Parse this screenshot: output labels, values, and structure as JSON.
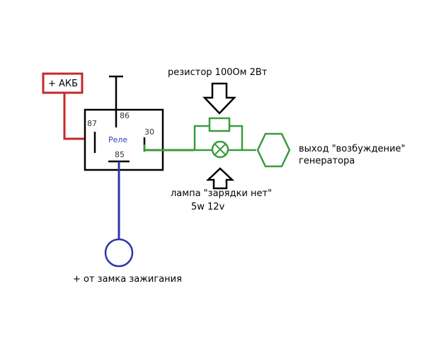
{
  "labels": {
    "akb": "+ АКБ",
    "resistor": "резистор 100Ом 2Вт",
    "relay": "Реле",
    "pin86": "86",
    "pin87": "87",
    "pin30": "30",
    "pin85": "85",
    "output_line1": "выход \"возбуждение\"",
    "output_line2": "генератора",
    "lamp_line1": "лампа \"зарядки нет\"",
    "lamp_line2": "5w 12v",
    "ignition": "+ от замка зажигания"
  },
  "colors": {
    "red": "#c62828",
    "green": "#3d9a3d",
    "blue": "#2e36a8",
    "black": "#000000"
  }
}
